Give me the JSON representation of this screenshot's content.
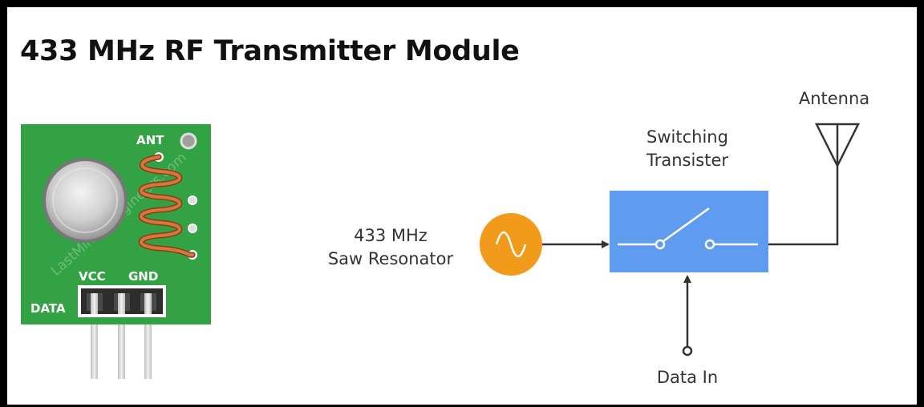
{
  "title": "433 MHz RF Transmitter Module",
  "module": {
    "pin_ant": "ANT",
    "pin_vcc": "VCC",
    "pin_gnd": "GND",
    "pin_data": "DATA",
    "watermark": "LastMinuteEngineers.com"
  },
  "block_diagram": {
    "resonator_line1": "433 MHz",
    "resonator_line2": "Saw Resonator",
    "switch_line1": "Switching",
    "switch_line2": "Transister",
    "antenna": "Antenna",
    "data_in": "Data In"
  },
  "colors": {
    "pcb_green": "#33a245",
    "oscillator_orange": "#f29a1c",
    "switch_blue": "#5f9cf0",
    "coil_copper": "#c96a35"
  }
}
